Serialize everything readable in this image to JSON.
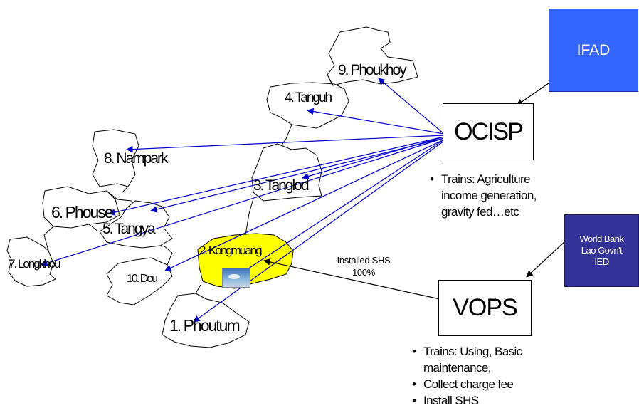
{
  "villages": [
    {
      "id": "phoutum",
      "label": "1. Phoutum"
    },
    {
      "id": "kongmuang",
      "label": "2. Kongmuang"
    },
    {
      "id": "tanglod",
      "label": "3. Tanglod"
    },
    {
      "id": "tanguh",
      "label": "4. Tanguh"
    },
    {
      "id": "tangya",
      "label": "5. Tangya"
    },
    {
      "id": "phouse",
      "label": "6. Phouse"
    },
    {
      "id": "longkhou",
      "label": "7. Longkhou"
    },
    {
      "id": "nampark",
      "label": "8. Nampark"
    },
    {
      "id": "phoukhoy",
      "label": "9. Phoukhoy"
    },
    {
      "id": "dou",
      "label": "10. Dou"
    }
  ],
  "organizations": {
    "ifad": "IFAD",
    "ocisp": "OCISP",
    "vops": "VOPS",
    "world_bank": [
      "World Bank",
      "Lao Govn't",
      "IED"
    ]
  },
  "ocisp_notes": [
    "Trains: Agriculture income generation, gravity fed…etc"
  ],
  "vops_notes": [
    "Trains: Using, Basic maintenance,",
    "Collect charge fee",
    "Install SHS"
  ],
  "installed_label": [
    "Installed SHS",
    "100%"
  ],
  "colors": {
    "arrow": "#0000cc",
    "highlight": "#ffff00",
    "ifad_box": "#3366ff",
    "world_bank_box": "#333399"
  },
  "icons": {
    "village_photo": "solar-panel-photo-icon"
  }
}
